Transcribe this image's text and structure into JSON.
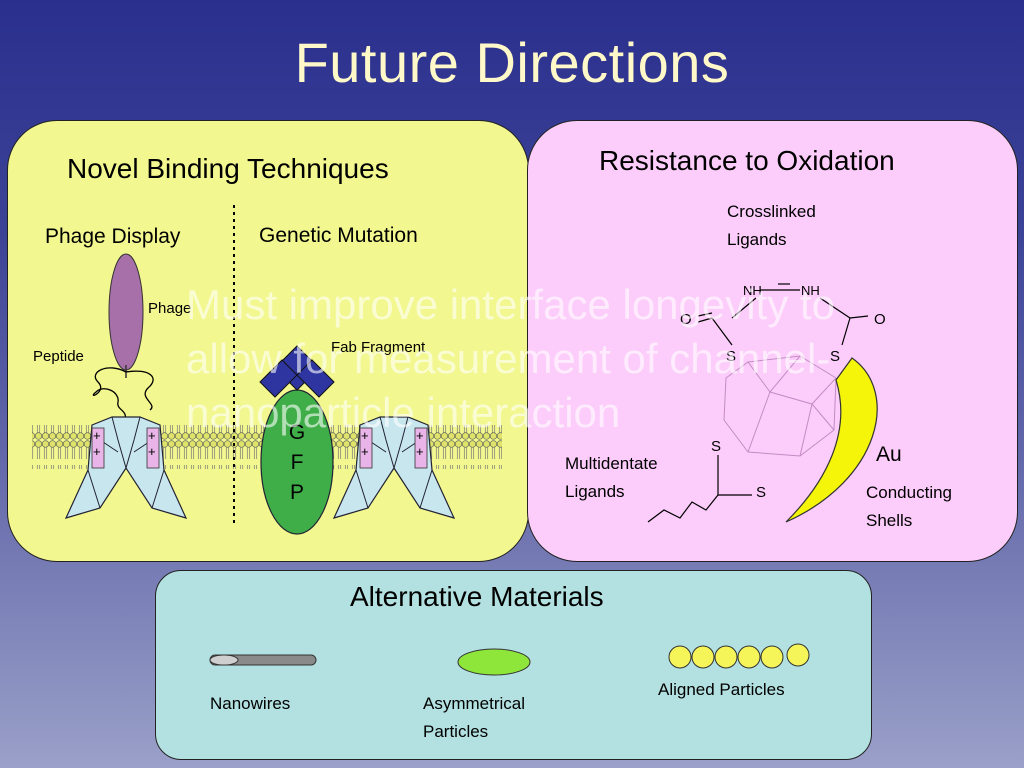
{
  "slide": {
    "title": "Future Directions",
    "overlay_text": "Must improve interface longevity to allow for measurement of channel-nanoparticle interaction"
  },
  "binding_panel": {
    "heading": "Novel Binding Techniques",
    "left_col": "Phage Display",
    "right_col": "Genetic Mutation",
    "phage_label": "Phage",
    "peptide_label": "Peptide",
    "fab_label": "Fab Fragment",
    "gfp_label": "G\nF\nP",
    "charge_plus": "+"
  },
  "oxidation_panel": {
    "heading": "Resistance to Oxidation",
    "crosslinked": "Crosslinked Ligands",
    "multidentate": "Multidentate Ligands",
    "au": "Au",
    "conducting": "Conducting Shells",
    "nh_left": "NH",
    "nh_right": "NH",
    "o_left": "O",
    "o_right": "O",
    "s_label": "S"
  },
  "materials_panel": {
    "heading": "Alternative Materials",
    "nanowires": "Nanowires",
    "asymmetrical": "Asymmetrical Particles",
    "aligned": "Aligned Particles"
  },
  "colors": {
    "binding_bg": "#f2f78f",
    "oxidation_bg": "#fccdfa",
    "materials_bg": "#b3e0e0",
    "phage": "#a870a8",
    "gfp": "#3fae49",
    "fab": "#2e35a0",
    "gold_shell": "#f5f50a",
    "asym_particle": "#8ee63a",
    "aligned_particle": "#f5f55a"
  }
}
